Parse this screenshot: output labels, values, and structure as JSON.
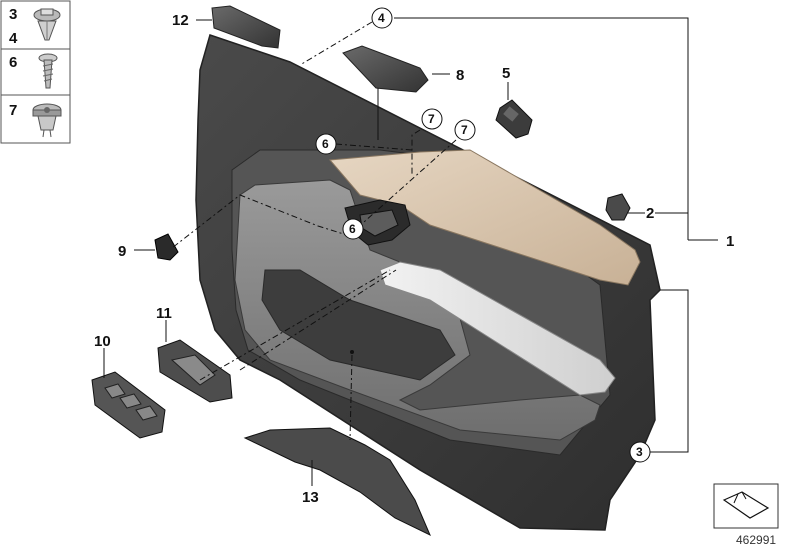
{
  "legend_box": {
    "rows": [
      {
        "label": "3",
        "icon": "push-clip-icon"
      },
      {
        "label": "4",
        "icon": "push-clip-icon"
      },
      {
        "label": "6",
        "icon": "screw-icon"
      },
      {
        "label": "7",
        "icon": "expanding-rivet-icon"
      }
    ]
  },
  "callouts": {
    "c1": "1",
    "c2": "2",
    "c3": "3",
    "c4": "4",
    "c5": "5",
    "c6a": "6",
    "c6b": "6",
    "c7a": "7",
    "c7b": "7",
    "c8": "8",
    "c9": "9",
    "c10": "10",
    "c11": "11",
    "c12": "12",
    "c13": "13"
  },
  "document_id": "462991",
  "colors": {
    "door_dark": "#3d3d3d",
    "door_mid": "#5a5a5a",
    "trim_beige": "#d8c4ac",
    "armrest_light": "#e6e6e6",
    "panel_grey": "#8c8c8c"
  }
}
